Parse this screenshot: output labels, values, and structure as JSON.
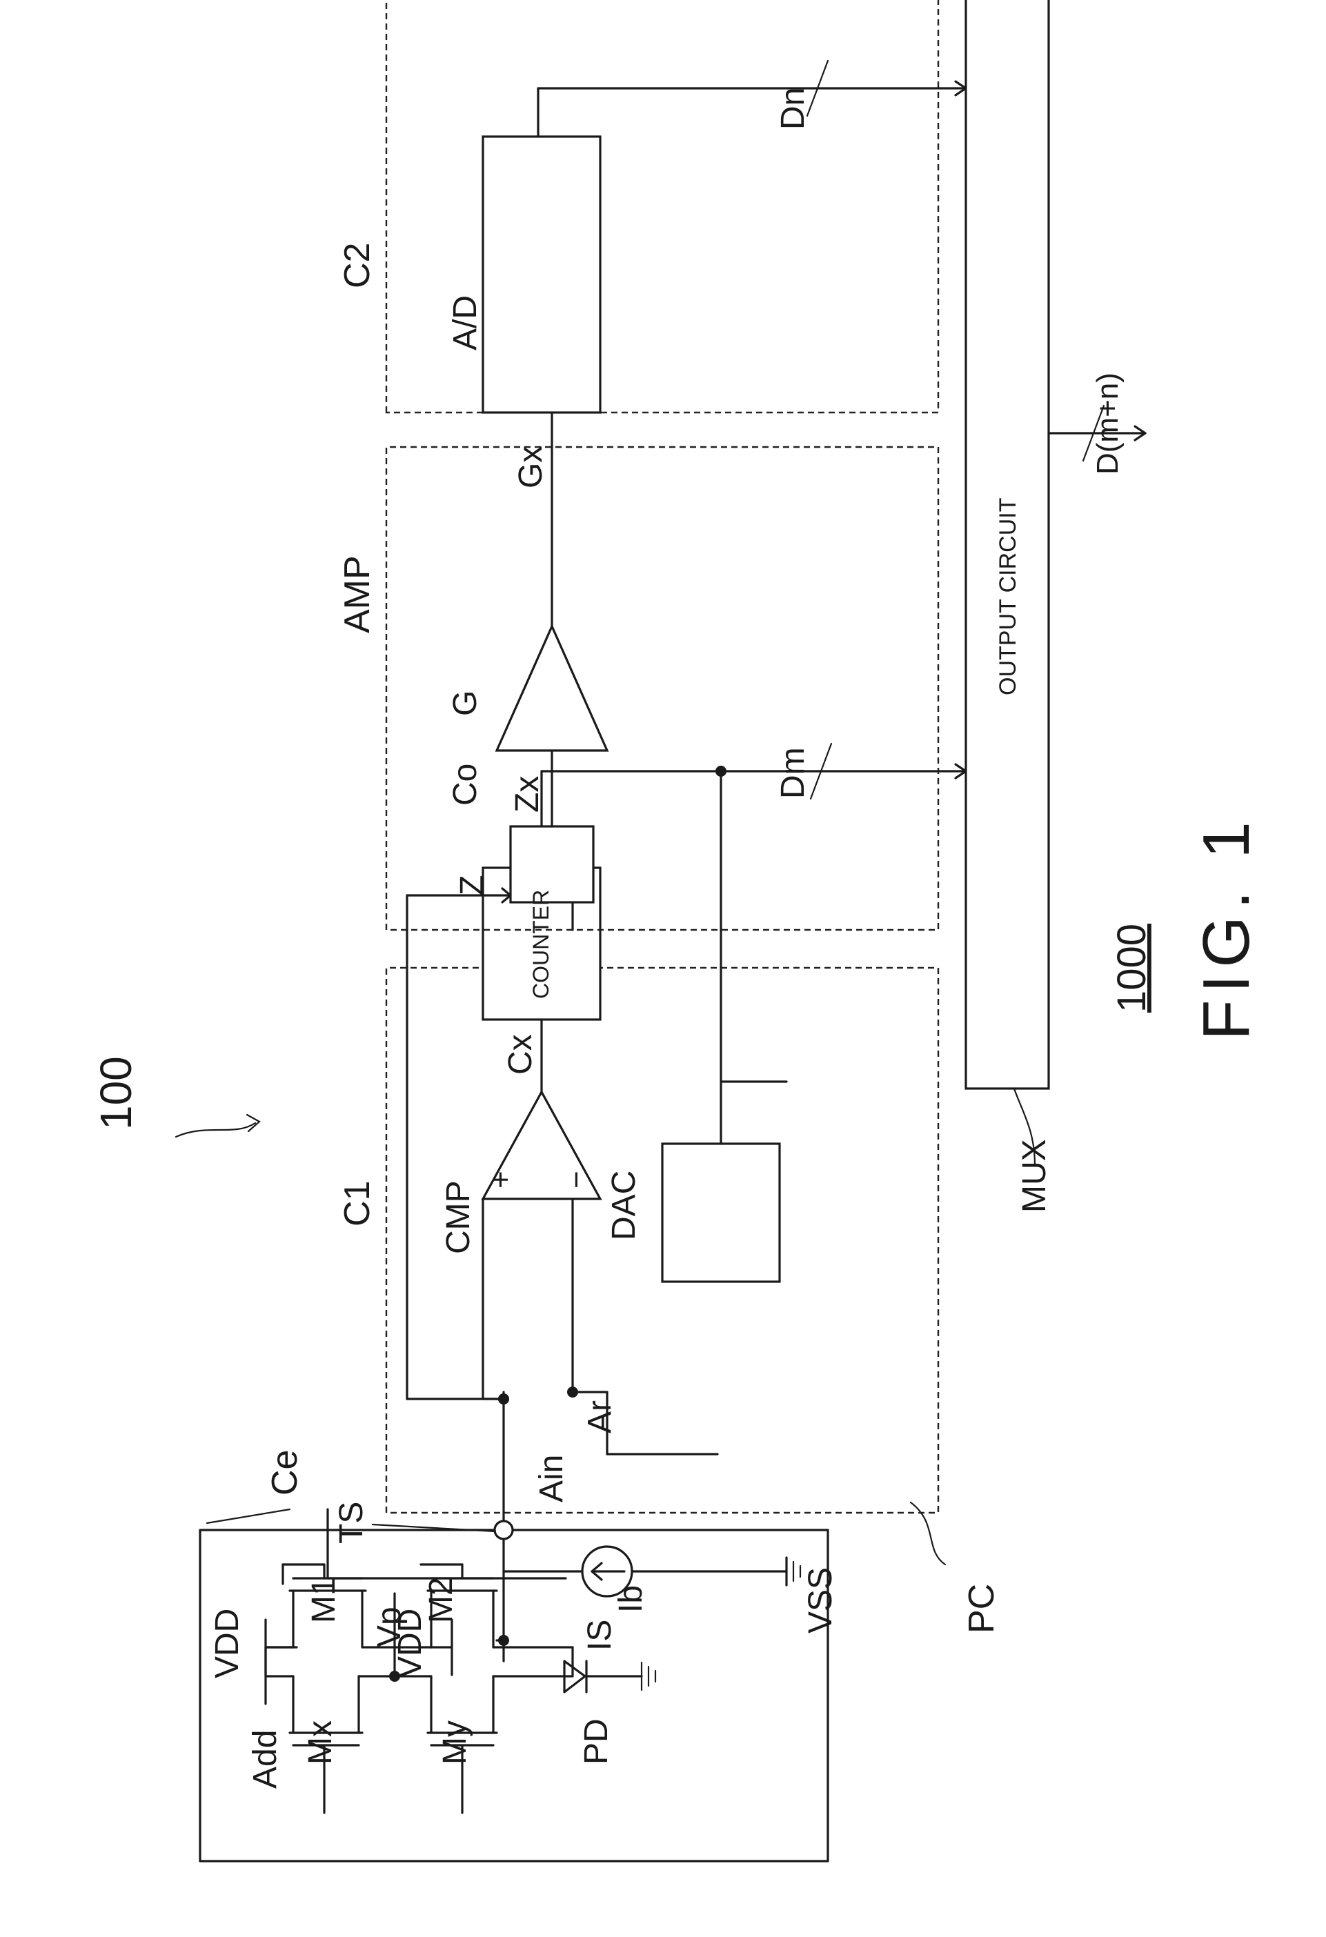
{
  "figure": {
    "title": "FIG. 1",
    "reference": "1000"
  },
  "labels": {
    "device": "100",
    "pixel_cell": "PC",
    "cell": "Ce",
    "terminal": "TS",
    "vdd_1": "VDD",
    "vdd_2": "VDD",
    "vss": "VSS",
    "m1": "M1",
    "m2": "M2",
    "mx": "Mx",
    "my": "My",
    "add": "Add",
    "vp": "Vp",
    "photodiode": "PD",
    "current_source": "IS",
    "bias_current": "Ib",
    "block_c1": "C1",
    "block_c2": "C2",
    "block_amp": "AMP",
    "ain": "Ain",
    "ar": "Ar",
    "comparator": "CMP",
    "plus": "+",
    "minus": "−",
    "cx": "Cx",
    "dac": "DAC",
    "counter_ref": "Co",
    "counter_text": "COUNTER",
    "dm": "Dm",
    "z": "Z",
    "zx": "Zx",
    "g": "G",
    "gx": "Gx",
    "ad": "A/D",
    "dn": "Dn",
    "mux": "MUX",
    "output_circuit": "OUTPUT CIRCUIT",
    "output_bus": "D(m+n)"
  }
}
